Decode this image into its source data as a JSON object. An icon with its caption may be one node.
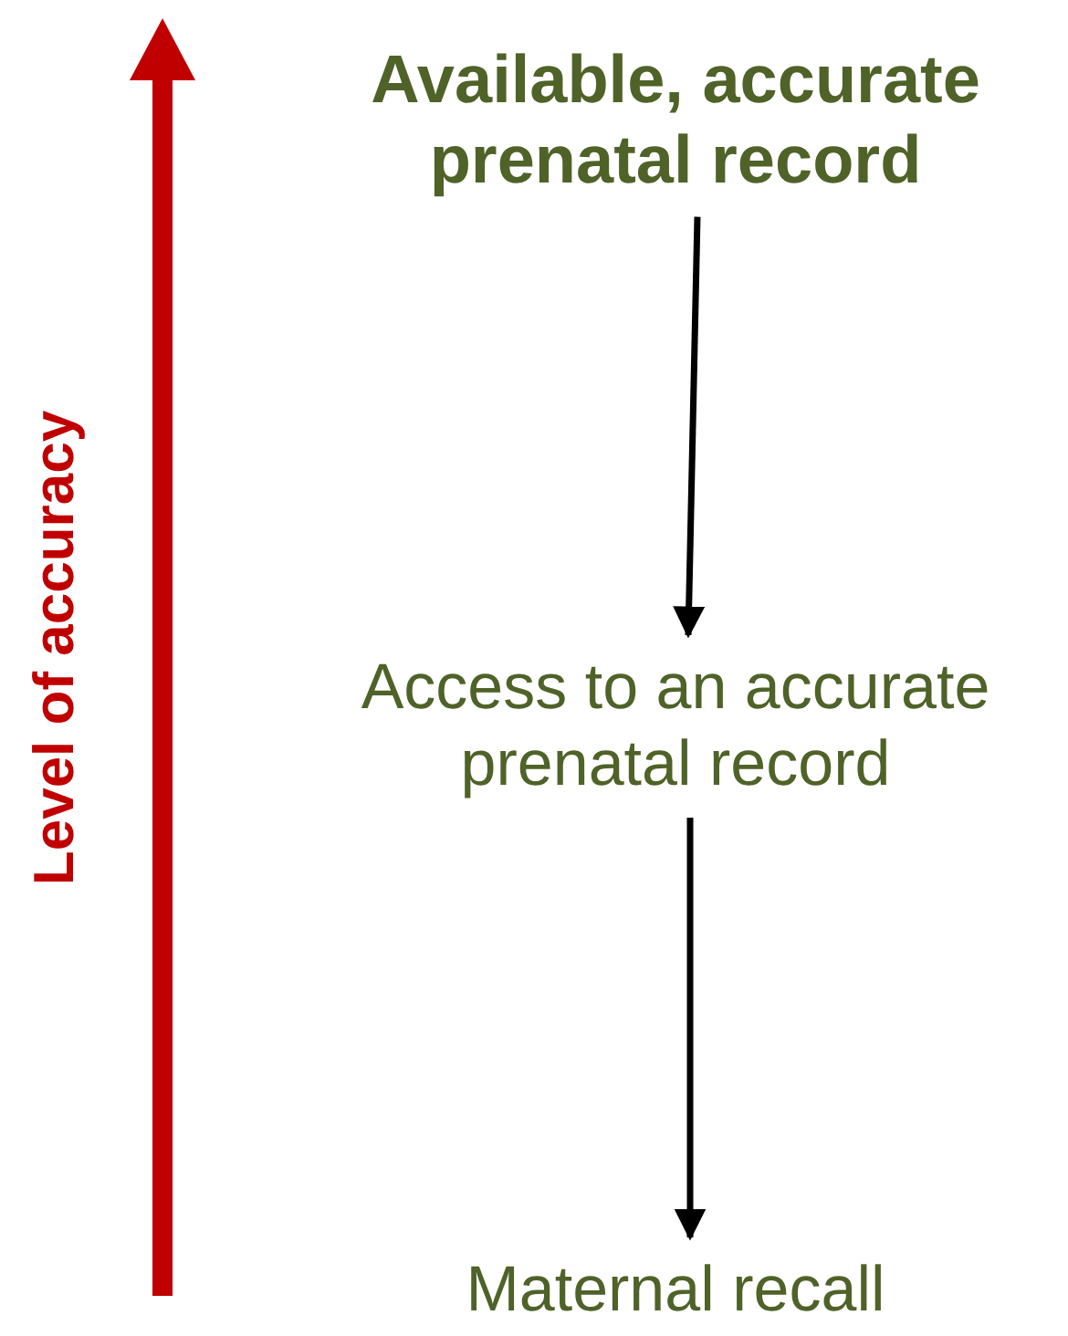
{
  "diagram": {
    "nodes": [
      {
        "text": [
          "Available, accurate prenatal record"
        ]
      },
      {
        "text": [
          "Access to an accurate prenatal record"
        ]
      },
      {
        "text": [
          "Maternal recall"
        ]
      }
    ],
    "edges": [
      {
        "from": 0,
        "to": 1,
        "arrow": "to"
      },
      {
        "from": 1,
        "to": 2,
        "arrow": "to"
      }
    ],
    "labels": [
      "Level of accuracy"
    ]
  }
}
